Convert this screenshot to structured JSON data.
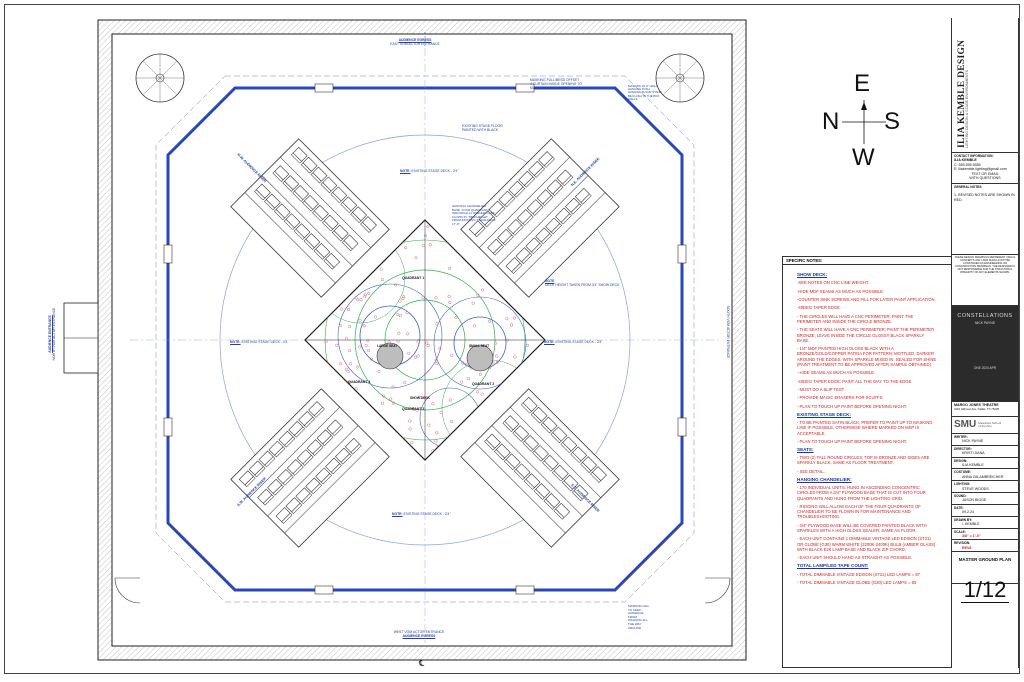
{
  "compass": {
    "n": "N",
    "s": "S",
    "e": "E",
    "w": "W"
  },
  "plan": {
    "top_egress": [
      "AUDIENCE EGRESS",
      "EAST VOM ACTOR ENTRANCE"
    ],
    "bottom_egress": [
      "WEST VOM ACTOR ENTRANCE",
      "AUDIENCE EGRESS"
    ],
    "left_egress": [
      "AUDIENCE ENTRANCE",
      "NORTH VOM ACTOR ENTRANCE"
    ],
    "right_egress": "SOUTH VOM ACTOR ENTRANCE",
    "masking_top": [
      "MASKING FULL/BESD OFFSET",
      "4 CURTAIN INSIDE OPENING TO",
      "MASK THEATRE WALLS"
    ],
    "masking_tr": [
      "MASKING 16'-0\" HIGH",
      "HANGING PUSH",
      "HANGING FLOOR STAND",
      "BE FLUSH TO THE BOX",
      "WALLS"
    ],
    "masking_br": [
      "MASKING LEG,",
      "TO KEEP",
      "AUDIENCE",
      "FROM",
      "WALKING ALL",
      "THE WAY",
      "AROUND"
    ],
    "stage_floor": [
      "EXISTING STAGE FLOOR",
      "PAINTED WITH BLACK"
    ],
    "note_top": "EXISTING STAGE DECK - 3'4\"",
    "note_left": "EXISTING STAGE DECK - 3'4\"",
    "note_right": "EXISTING STAGE DECK - 3'4\"",
    "note_bottom": "EXISTING STAGE DECK - 3'4\"",
    "note_label": "NOTE:",
    "chandelier": [
      "HANGING CHANDELIER",
      "BASE. FOUR QUADRANTS",
      "INDIVIDUALLY RIGGED TO BE",
      "FLOWN IN. TRIM HEIGHT",
      "FROM EXISTING STAGE DECK",
      "17'-0\""
    ],
    "deck_note": [
      "NOTE",
      "DECK HEIGHT TAKEN FROM 3'4\" SHOW DECK"
    ],
    "seating": [
      "N.W. AUDIENCE RISER",
      "S.E. AUDIENCE RISER",
      "N.E. AUDIENCE RISER",
      "S.W. AUDIENCE RISER"
    ],
    "quadrants": [
      "QUADRANT 1",
      "QUADRANT 2",
      "QUADRANT 3",
      "QUADRANT 4"
    ],
    "large_seat": "LARGE SEAT",
    "small_seat": "SMALL SEAT",
    "show_deck": "SHOW DECK",
    "cl": "℄"
  },
  "title_block": {
    "logo_main": "ILIA KEMBLE DESIGN",
    "logo_sub": "LIGHTING DESIGN & STAGE ENVIRONMENTS",
    "contact_hd": "CONTACT INFORMATION:",
    "contact": [
      "ILIA KEMBLE",
      "C: 555.555.5555",
      "E: iliakemble.lighting@gmail.com",
      "TEXT OR EMAIL",
      "WITH QUESTIONS"
    ],
    "general_hd": "GENERAL NOTES:",
    "general_note": "1. REVISED NOTES ARE SHOWN IN RED.",
    "disclaimer": "THESE DESIGN DRAWINGS REPRESENT VISUAL CONCEPTS ONLY AND SHOULD NOT BE CONSTRUED AS ENGINEERING OR CONSTRUCTION DRAWINGS. THE DESIGNER IS NOT RESPONSIBLE FOR THE STRUCTURAL INTEGRITY OF ANY ELEMENTS SHOWN.",
    "show_title": "CONSTELLATIONS",
    "show_author": "NICK PAYNE",
    "show_dates": "ONE 2024 APR",
    "theatre": "MARGO JONES THEATRE",
    "address": "3116 Hillcrest Ave, Dallas, TX 75205",
    "school": "SMU",
    "school_sub": "Meadows School of the Arts",
    "fields": [
      {
        "label": "WRITER:",
        "value": "NICK PAYNE"
      },
      {
        "label": "DIRECTOR:",
        "value": "KRISTI DANA"
      },
      {
        "label": "DESIGN:",
        "value": "ILIA KEMBLE"
      },
      {
        "label": "COSTUME:",
        "value": "ANNA ZALAMBREICHER"
      },
      {
        "label": "LIGHTING:",
        "value": "STEVE WOODS"
      },
      {
        "label": "SOUND:",
        "value": "JASON BIGGE"
      },
      {
        "label": "DATE:",
        "value": "09.2.24"
      },
      {
        "label": "DRAWN BY:",
        "value": "I. KEMBLE"
      },
      {
        "label": "SCALE:",
        "value": "3/8\" = 1'-0\""
      },
      {
        "label": "REVISION:",
        "value": "REV8"
      }
    ],
    "sheet_title": "MASTER GROUND PLAN",
    "sheet_num": "1/12"
  },
  "specific_notes": {
    "header": "SPECIFIC NOTES:",
    "sections": [
      {
        "heading": "SHOW DECK:",
        "lines": [
          "-SEE NOTES ON CNC LINE WEIGHT.",
          "-HIDE MDF SEAMS AS MUCH AS POSSIBLE.",
          "-COUNTER SINK SCREWS AND FILL FOR LATER PAINT APPLICATION.",
          "-40DEG TAPER EDGE.",
          "- THE CIRCLES WILL HAVE A CNC PERIMETER; PAINT THE PERIMETER AND INSIDE THE CIRCLE BRONZE.",
          "- THE SEATS WILL HAVE A CNC PERIMETER; PAINT THE PERIMETER BRONZE; LEAVE INSIDE THE CIRCLE GLOSSY BLACK SPARKLY BASE.",
          "- 1/4\" MDF PAINTED HIGH GLOSS BLACK WITH A BRONZE/GOLD/COPPER PATINA FOR PATTERN; MOTTLED, DARKER AROUND THE EDGES, WITH SPARKLE MIXED IN. SEALED FOR SHINE (PAINT TREATMENT TO BE APPROVED AFTER SAMPLE OBTAINED)",
          "- HIDE SEAMS AS MUCH AS POSSIBLE.",
          "-40DEG TAPER EDGE; PAINT ALL THE WAY TO THE EDGE.",
          "- MUST DO A SLIP TEST.",
          "- PROVIDE MAGIC ERASERS FOR SCUFFS.",
          "- PLAN TO TOUCH UP PAINT BEFORE OPENING NIGHT."
        ]
      },
      {
        "heading": "EXISTING STAGE DECK:",
        "lines": [
          "- TO BE PAINTED SATIN BLACK, PREFER TO PAINT UP TO MASKING LINE IF POSSIBLE, OTHERWISE WHERE MARKED ON MSP IS ACCEPTABLE.",
          "- PLAN TO TOUCH UP PAINT BEFORE OPENING NIGHT."
        ]
      },
      {
        "heading": "SEATS:",
        "lines": [
          "- TWO (2) TALL ROUND CIRCLES; TOP IS BRONZE AND SIDES ARE SPARKLY BLACK, SAME AS FLOOR TREATMENT.",
          "- SEE DETAIL."
        ]
      },
      {
        "heading": "HANGING CHANDELIER:",
        "lines": [
          "- 170 INDIVIDUAL UNITS; HUNG IN ASCENDING CONCENTRIC CIRCLES FROM A 3/4\" PLYWOOD BASE THAT IS CUT INTO FOUR QUADRANTS AND HUNG FROM THE LIGHTING GRID.",
          "- RIGGING WILL ALLOW EACH OF THE FOUR QUADRANTS OF CHANDELIER TO BE FLOWN IN FOR MAINTENANCE AND TROUBLESHOOTING.",
          "- 3/4\" PLYWOOD BASE WILL BE COVERED PAINTED BLACK WITH SPARKLES WITH A HIGH GLOSS SEALER; SAME AS FLOOR.",
          "- EACH UNIT CONTAINS 1 DIMMABLE VINTAGE LED EDISON (ST21) OR GLOBE (G30) WARM WHITE (2200K-2400K) BULB (AMBER GLASS) WITH BLACK E26 LAMP BASE AND BLACK ZIP CHORD.",
          "- EACH UNIT SHOULD HANG AS STRAIGHT AS POSSIBLE."
        ]
      },
      {
        "heading": "TOTAL LAMP/LED TAPE COUNT:",
        "lines": [
          "- TOTAL DIMMABLE VINTAGE EDISON (ST21) LED LAMPS = 87",
          "- TOTAL DIMMABLE VINTAGE GLOBE (G30) LED LAMPS = 83"
        ]
      }
    ]
  }
}
